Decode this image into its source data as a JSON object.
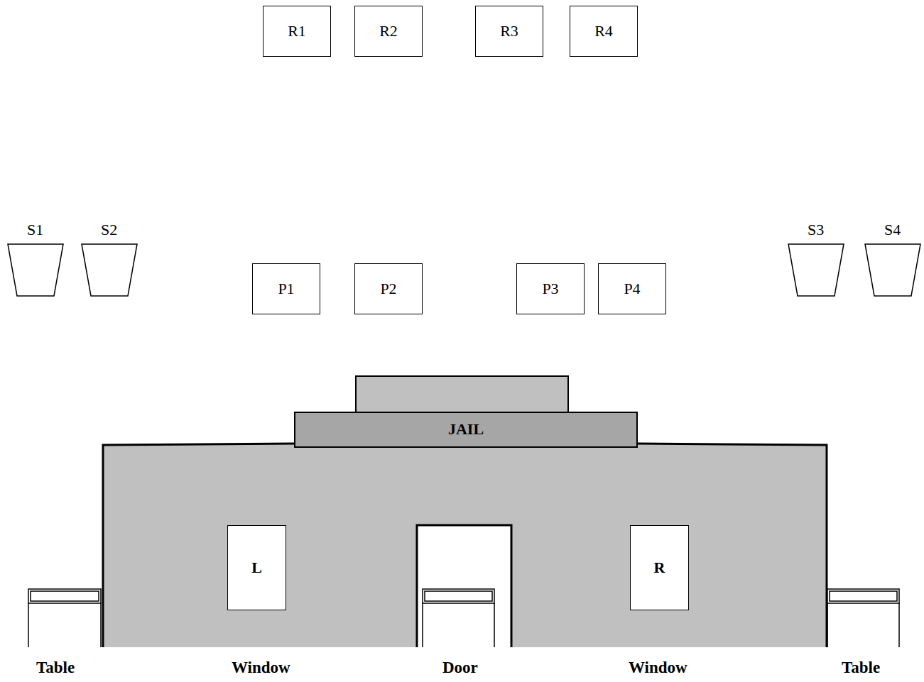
{
  "diagram": {
    "nodes": [
      {
        "text": [
          "R1"
        ]
      },
      {
        "text": [
          "R2"
        ]
      },
      {
        "text": [
          "R3"
        ]
      },
      {
        "text": [
          "R4"
        ]
      },
      {
        "text": [
          "S1"
        ]
      },
      {
        "text": [
          "S2"
        ]
      },
      {
        "text": [
          "P1"
        ]
      },
      {
        "text": [
          "P2"
        ]
      },
      {
        "text": [
          "P3"
        ]
      },
      {
        "text": [
          "P4"
        ]
      },
      {
        "text": [
          "S3"
        ]
      },
      {
        "text": [
          "S4"
        ]
      },
      {
        "text": [
          "JAIL"
        ]
      },
      {
        "text": [
          "L"
        ]
      },
      {
        "text": [
          "R"
        ]
      }
    ],
    "labels": [
      "Table",
      "Window",
      "Door",
      "Window",
      "Table"
    ]
  }
}
